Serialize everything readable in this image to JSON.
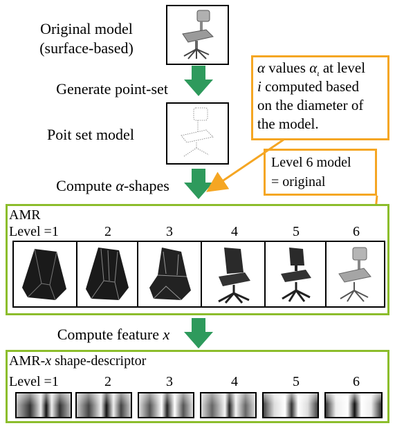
{
  "steps": {
    "original_model": "Original model",
    "original_model_sub": "(surface-based)",
    "generate": "Generate point-set",
    "point_set": "Poit set model",
    "compute_alpha_pre": "Compute ",
    "compute_alpha_sym": "α",
    "compute_alpha_post": "-shapes",
    "compute_feature_pre": "Compute feature ",
    "compute_feature_var": "x"
  },
  "callout_alpha": {
    "line1a": "α",
    "line1b": " values ",
    "line1c": "α",
    "line1d": "ι",
    "line1e": " at level",
    "line2a": "i",
    "line2b": " computed based",
    "line3": "on the diameter of",
    "line4": "the model."
  },
  "callout_level6": {
    "line1": "Level 6 model",
    "line2": "= original"
  },
  "amr": {
    "title": "AMR",
    "level_prefix": "Level =",
    "levels": [
      "1",
      "2",
      "3",
      "4",
      "5",
      "6"
    ]
  },
  "amrx": {
    "title_pre": "AMR-",
    "title_var": "x",
    "title_post": " shape-descriptor",
    "level_prefix": "Level =",
    "levels": [
      "1",
      "2",
      "3",
      "4",
      "5",
      "6"
    ]
  },
  "colors": {
    "arrow": "#2e9a5c",
    "green_border": "#8cbd2c",
    "orange": "#f5a623"
  }
}
